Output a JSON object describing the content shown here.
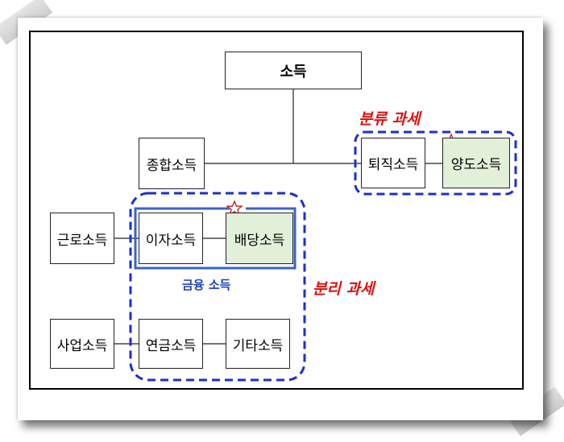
{
  "nodes": {
    "income": "소득",
    "comprehensive": "종합소득",
    "retirement": "퇴직소득",
    "transfer": "양도소득",
    "earned": "근로소득",
    "interest": "이자소득",
    "dividend": "배당소득",
    "business": "사업소득",
    "pension": "연금소득",
    "other": "기타소득"
  },
  "labels": {
    "separate_classification": "분류 과세",
    "financial_income": "금융 소득",
    "separate_taxation": "분리 과세"
  },
  "colors": {
    "dashed_border": "#1a2fd0",
    "red_label": "#e01010",
    "blue_label": "#1a3fc4",
    "green_fill": "#e2efd9"
  }
}
